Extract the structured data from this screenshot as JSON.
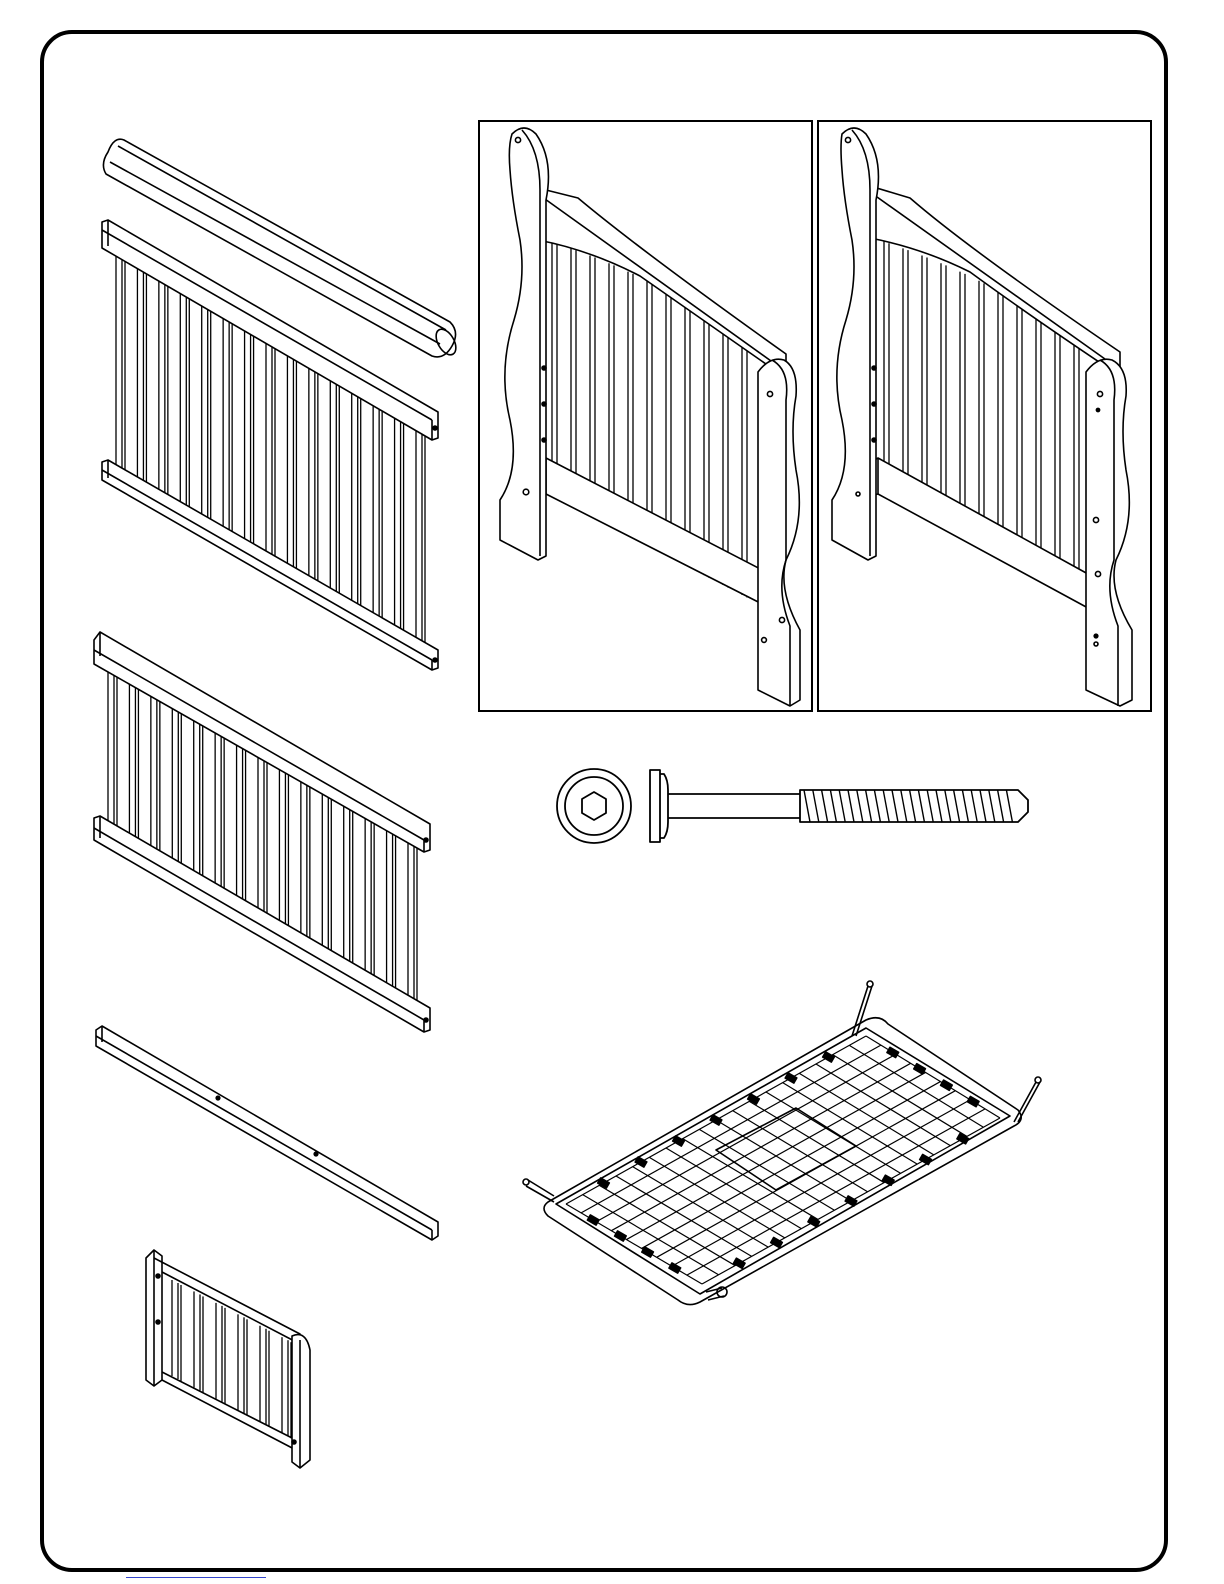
{
  "document": {
    "page_border": "rounded-rectangle",
    "line_color": "#000000",
    "background_color": "#ffffff",
    "link_color": "#3344cc"
  },
  "parts": [
    {
      "name": "top-rail-cap",
      "icon": "rounded-rail-icon"
    },
    {
      "name": "front-rail-with-spindles",
      "icon": "spindle-rail-icon"
    },
    {
      "name": "back-rail-with-spindles",
      "icon": "spindle-rail-icon"
    },
    {
      "name": "stabilizer-bar",
      "icon": "flat-bar-icon"
    },
    {
      "name": "toddler-guard-rail",
      "icon": "small-rail-icon"
    },
    {
      "name": "headboard-panel",
      "icon": "sleigh-panel-icon"
    },
    {
      "name": "footboard-panel",
      "icon": "sleigh-panel-icon"
    },
    {
      "name": "allen-bolt",
      "icon": "bolt-icon"
    },
    {
      "name": "mattress-spring-frame",
      "icon": "spring-frame-icon"
    }
  ],
  "counts": {
    "front_spindles": 15,
    "back_spindles": 15,
    "toddler_rail_spindles": 6,
    "bolt_thread_turns": 24,
    "spring_grid_rows": 9,
    "spring_grid_cols": 18
  }
}
